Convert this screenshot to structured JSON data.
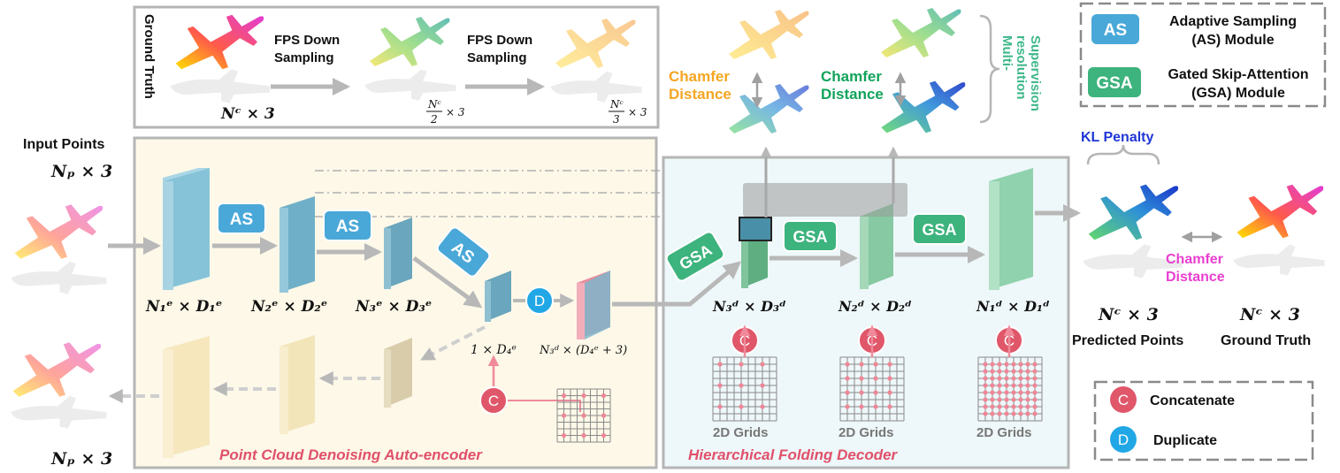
{
  "ground_truth": {
    "label": "Ground Truth",
    "step1": [
      "FPS Down",
      "Sampling"
    ],
    "step2": [
      "FPS Down",
      "Sampling"
    ],
    "size_full": "Nᶜ × 3",
    "size_half_num": "Nᶜ",
    "size_half_den": "2",
    "size_third_num": "Nᶜ",
    "size_third_den": "3",
    "times3": "× 3"
  },
  "input": {
    "title": "Input Points",
    "size": "Nₚ × 3",
    "output_size": "Nₚ × 3"
  },
  "encoder": {
    "label": "Point  Cloud Denoising Auto-encoder",
    "as_label": "AS",
    "d_label": "D",
    "c_label": "C",
    "dims": [
      "N₁ᵉ × D₁ᵉ",
      "N₂ᵉ × D₂ᵉ",
      "N₃ᵉ × D₃ᵉ",
      "1 × D₄ᵉ",
      "N₃ᵈ × (D₄ᵉ + 3)"
    ]
  },
  "decoder": {
    "label": "Hierarchical Folding Decoder",
    "gsa_label": "GSA",
    "dims": [
      "N₃ᵈ × D₃ᵈ",
      "N₂ᵈ × D₂ᵈ",
      "N₁ᵈ × D₁ᵈ"
    ],
    "grid_label": "2D Grids"
  },
  "supervision": {
    "chamfer_1": [
      "Chamfer",
      "Distance"
    ],
    "chamfer_2": [
      "Chamfer",
      "Distance"
    ],
    "multi": [
      "Multi-",
      "resolution",
      "Supervision"
    ]
  },
  "output": {
    "kl": "KL Penalty",
    "chamfer": [
      "Chamfer",
      "Distance"
    ],
    "pred_size": "Nᶜ × 3",
    "pred_label": "Predicted Points",
    "gt_size": "Nᶜ × 3",
    "gt_label": "Ground Truth"
  },
  "legend": {
    "as_badge": "AS",
    "as_text": [
      "Adaptive Sampling",
      "(AS) Module"
    ],
    "gsa_badge": "GSA",
    "gsa_text": [
      "Gated Skip-Attention",
      "(GSA) Module"
    ],
    "c_badge": "C",
    "c_text": "Concatenate",
    "d_badge": "D",
    "d_text": "Duplicate"
  },
  "colors": {
    "as_blue": "#4aa8d8",
    "gsa_green": "#3db37d",
    "concat_red": "#e0576a",
    "dup_blue": "#22a7e6",
    "label_red": "#e0506a",
    "chamfer_orange": "#f5a623",
    "chamfer_green": "#12a35b",
    "kl_blue": "#1f36d6",
    "chamfer_pink": "#e83fd0",
    "encoder_bg": "#fdf8e8",
    "decoder_bg": "#eef7f9"
  }
}
